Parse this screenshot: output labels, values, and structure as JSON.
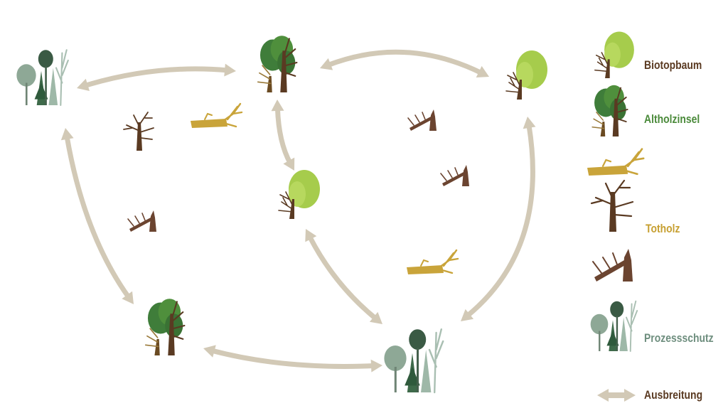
{
  "legend": {
    "biotopbaum": "Biotopbaum",
    "altholzinsel": "Altholzinsel",
    "totholz": "Totholz",
    "prozessschutz": "Prozessschutz",
    "ausbreitung": "Ausbreitung"
  },
  "colors": {
    "arrow": "#d2c9b6",
    "trunk": "#5a3a22",
    "dead_wood": "#6b4430",
    "deadwood_yellow": "#c9a43a",
    "biotop_green": "#a6cc4c",
    "altholz_green": "#3f7d3a",
    "prozess_sage": "#8ea896",
    "label_brown": "#5a3a22",
    "label_green": "#4a8a3a",
    "label_gold": "#c7a032",
    "label_sage": "#6e8e7e"
  },
  "icons": {
    "biotopbaum": "biotope-tree-icon",
    "altholzinsel": "old-growth-island-icon",
    "totholz_log": "fallen-log-icon",
    "totholz_snag": "dead-tree-icon",
    "totholz_broken": "broken-tree-icon",
    "prozessschutz": "process-protection-forest-icon",
    "ausbreitung": "double-arrow-icon"
  }
}
